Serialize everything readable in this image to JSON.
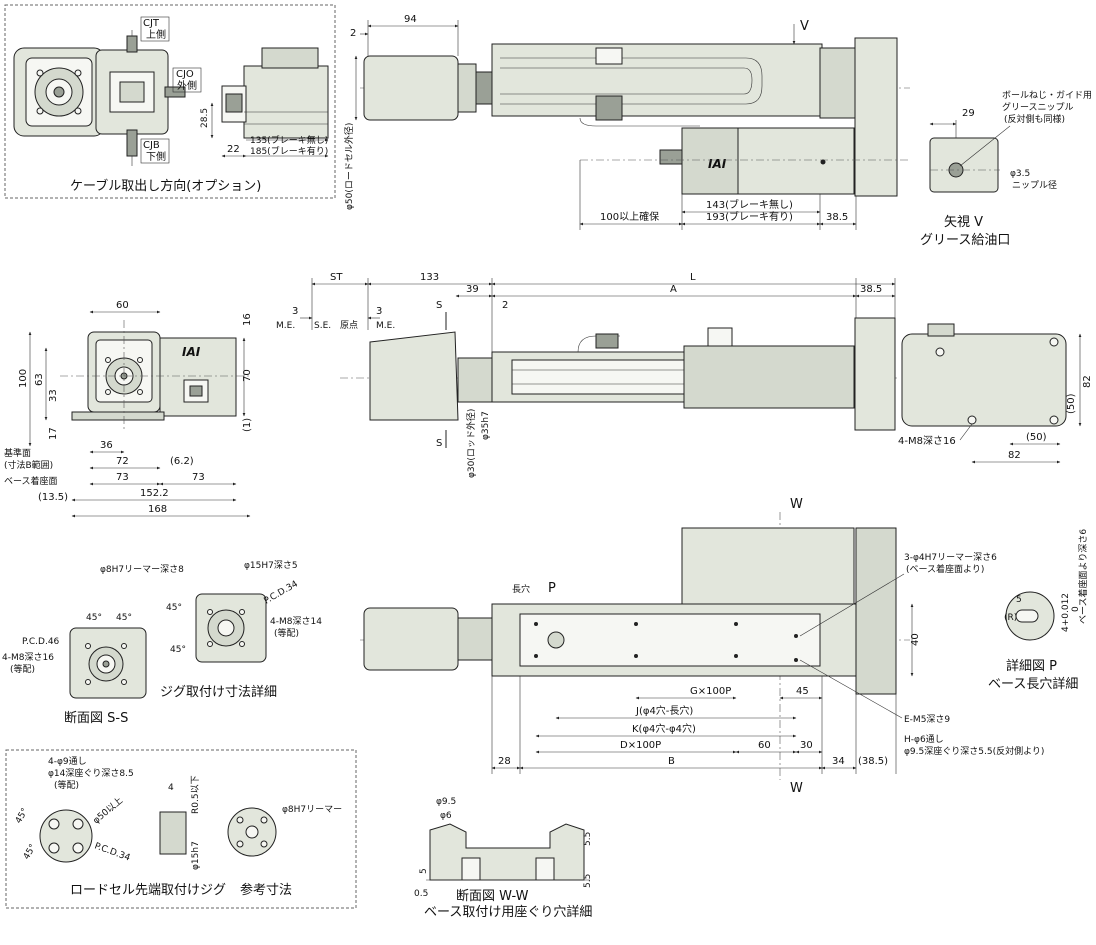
{
  "cable_box": {
    "title": "ケーブル取出し方向(オプション)",
    "cjt_label": "CJT",
    "cjt_sub": "上側",
    "cjo_label": "CJO",
    "cjo_sub": "外側",
    "cjb_label": "CJB",
    "cjb_sub": "下側",
    "dim_28_5": "28.5",
    "dim_22": "22",
    "dim_135": "135(ブレーキ無し)",
    "dim_185": "185(ブレーキ有り)"
  },
  "top_view": {
    "dim_94": "94",
    "dim_2": "2",
    "dim_phi50": "φ50(ロードセル外径)",
    "view_v": "V",
    "dim_100": "100以上確保",
    "dim_143": "143(ブレーキ無し)",
    "dim_193": "193(ブレーキ有り)",
    "dim_38_5": "38.5",
    "logo": "IAI"
  },
  "view_v": {
    "dim_29": "29",
    "grease_label1": "ボールねじ・ガイド用",
    "grease_label2": "グリースニップル",
    "grease_label3": "(反対側も同様)",
    "dim_phi3_5": "φ3.5",
    "nipple_label": "ニップル径",
    "title1": "矢視 V",
    "title2": "グリース給油口"
  },
  "side_view": {
    "dim_ST": "ST",
    "dim_133": "133",
    "dim_L": "L",
    "dim_39": "39",
    "dim_A": "A",
    "dim_38_5": "38.5",
    "dim_3a": "3",
    "dim_3b": "3",
    "dim_2": "2",
    "lbl_me1": "M.E.",
    "lbl_se": "S.E.",
    "lbl_origin": "原点",
    "lbl_me2": "M.E.",
    "lbl_s_top": "S",
    "lbl_s_bot": "S",
    "dim_phi35": "φ35h7",
    "dim_phi30": "φ30(ロッド外径)"
  },
  "end_view": {
    "dim_60": "60",
    "dim_16": "16",
    "dim_100": "100",
    "dim_63": "63",
    "dim_33": "33",
    "dim_17": "17",
    "dim_70": "70",
    "dim_1": "(1)",
    "dim_36": "36",
    "dim_72": "72",
    "dim_6_2": "(6.2)",
    "dim_73a": "73",
    "dim_73b": "73",
    "dim_13_5": "(13.5)",
    "dim_152_2": "152.2",
    "dim_168": "168",
    "lbl_ref1": "基準面",
    "lbl_ref2": "(寸法B範囲)",
    "lbl_base": "ベース着座面",
    "logo": "IAI"
  },
  "right_end": {
    "dim_82v": "82",
    "dim_50v": "(50)",
    "dim_50h": "(50)",
    "dim_82h": "82",
    "lbl_m8": "4-M8深さ16"
  },
  "section_ss": {
    "lbl_reamer": "φ8H7リーマー深さ8",
    "lbl_pcd46": "P.C.D.46",
    "lbl_m8": "4-M8深さ16",
    "lbl_equal": "(等配)",
    "angle1": "45°",
    "angle2": "45°",
    "title": "断面図 S-S"
  },
  "jig_detail": {
    "lbl_phi15": "φ15H7深さ5",
    "lbl_pcd34": "P.C.D.34",
    "lbl_m8": "4-M8深さ14",
    "lbl_equal": "(等配)",
    "angle1": "45°",
    "angle2": "45°",
    "title": "ジグ取付け寸法詳細"
  },
  "bottom_view": {
    "lbl_w_top": "W",
    "lbl_w_bot": "W",
    "lbl_long_hole": "長穴",
    "lbl_p": "P",
    "lbl_reamer": "3-φ4H7リーマー深さ6",
    "lbl_reamer2": "(ベース着座面より)",
    "dim_40": "40",
    "dim_G": "G×100P",
    "dim_45": "45",
    "dim_J": "J(φ4穴-長穴)",
    "dim_K": "K(φ4穴-φ4穴)",
    "dim_D": "D×100P",
    "dim_60": "60",
    "dim_30": "30",
    "dim_28": "28",
    "dim_B": "B",
    "dim_34": "34",
    "dim_38_5": "(38.5)",
    "lbl_em5": "E-M5深さ9",
    "lbl_h": "H-φ6通し",
    "lbl_h2": "φ9.5深座ぐり深さ5.5(反対側より)"
  },
  "detail_p": {
    "dim_5": "5",
    "dim_tol": "4+0.012",
    "dim_tol0": "0",
    "lbl_r": "(R)",
    "lbl_side": "ベース着座面より深さ6",
    "title1": "詳細図 P",
    "title2": "ベース長穴詳細"
  },
  "jig_box": {
    "lbl_1": "4-φ9通し",
    "lbl_2": "φ14深座ぐり深さ8.5",
    "lbl_3": "(等配)",
    "lbl_phi50": "φ50以上",
    "lbl_pcd34": "P.C.D.34",
    "angle1": "45°",
    "angle2": "45°",
    "dim_4": "4",
    "lbl_r05": "R0.5以下",
    "dim_phi15": "φ15h7",
    "lbl_reamer": "φ8H7リーマー",
    "title": "ロードセル先端取付けジグ",
    "title_ref": "参考寸法"
  },
  "section_ww": {
    "dim_phi9_5": "φ9.5",
    "dim_phi6": "φ6",
    "dim_5_5a": "5.5",
    "dim_5_5b": "5.5",
    "dim_5": "5",
    "dim_0_5": "0.5",
    "title1": "断面図 W-W",
    "title2": "ベース取付け用座ぐり穴詳細"
  }
}
